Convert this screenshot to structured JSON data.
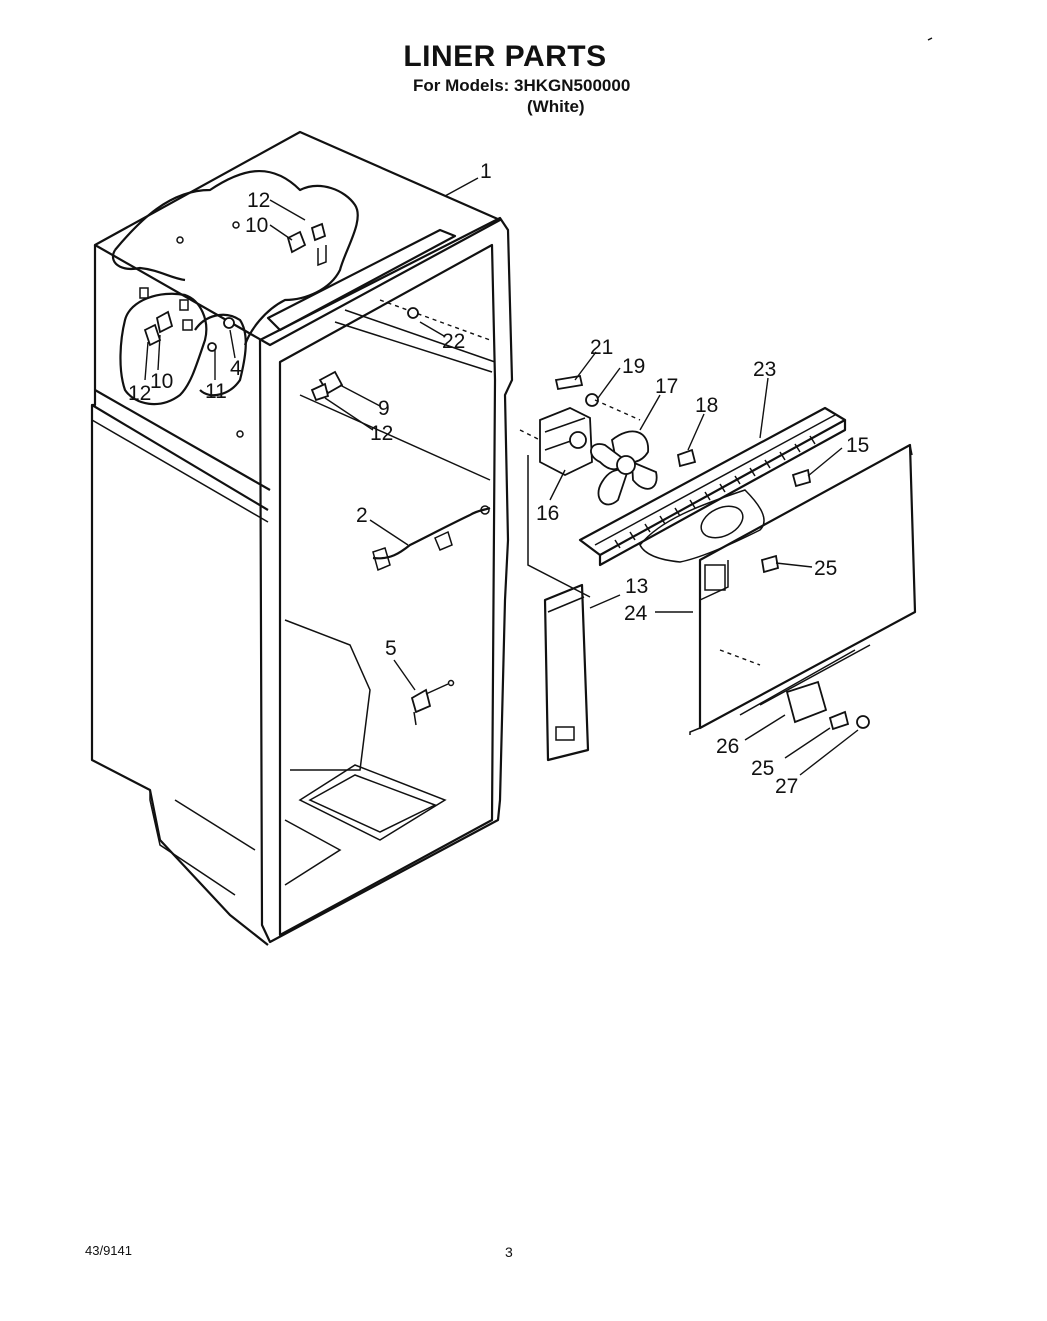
{
  "header": {
    "title": "LINER PARTS",
    "models_line": "For Models: 3HKGN500000",
    "variant": "(White)"
  },
  "footer": {
    "doc_number": "43/9141",
    "page_number": "3"
  },
  "callouts": [
    "1",
    "12",
    "10",
    "22",
    "12",
    "10",
    "4",
    "11",
    "9",
    "12",
    "2",
    "5",
    "21",
    "19",
    "17",
    "18",
    "23",
    "15",
    "16",
    "13",
    "24",
    "25",
    "26",
    "25",
    "27"
  ]
}
